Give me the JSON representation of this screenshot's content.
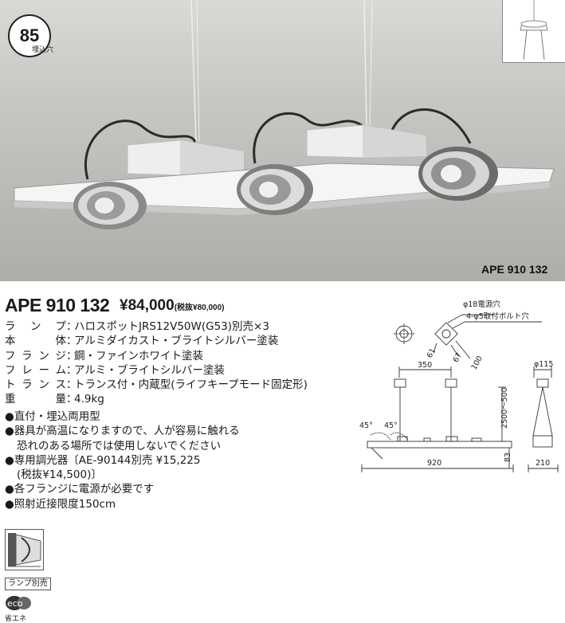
{
  "badge": {
    "number": "85",
    "sub": "埋込穴"
  },
  "photo": {
    "model_caption": "APE 910 132"
  },
  "header": {
    "model": "APE 910 132",
    "price": "¥84,000",
    "price_sub": "(税抜¥80,000)"
  },
  "specs": [
    {
      "label": "ランプ",
      "value": "ハロスポットJRS12V50W(G53)別売×3"
    },
    {
      "label": "本体",
      "value": "アルミダイカスト・ブライトシルバー塗装"
    },
    {
      "label": "フランジ",
      "value": "鋼・ファインホワイト塗装"
    },
    {
      "label": "フレーム",
      "value": "アルミ・ブライトシルバー塗装"
    },
    {
      "label": "トランス",
      "value": "トランス付・内蔵型(ライフキープモード固定形)"
    },
    {
      "label": "重量",
      "value": "4.9kg"
    }
  ],
  "spec_sep": "：",
  "notes": {
    "n1": "●直付・埋込両用型",
    "n2a": "●器具が高温になりますので、人が容易に触れる",
    "n2b": "恐れのある場所では使用しないでください",
    "n3a": "●専用調光器〔AE-90144別売 ¥15,225",
    "n3b": "(税抜¥14,500)〕",
    "n4": "●各フランジに電源が必要です",
    "n5": "●照射近接限度150cm"
  },
  "drawing": {
    "hole": "φ18電源穴",
    "mount": "4-φ5取付ボルト穴",
    "d61": "61",
    "d67": "67",
    "d100": "100",
    "d350": "350",
    "d115": "φ115",
    "d2500": "2500～500",
    "a45l": "45°",
    "a45r": "45°",
    "d920": "920",
    "d83": "83",
    "d210": "210"
  },
  "footer": {
    "lamp_tag": "ランプ別売",
    "eco": "eco",
    "eco_sub": "省エネ"
  }
}
